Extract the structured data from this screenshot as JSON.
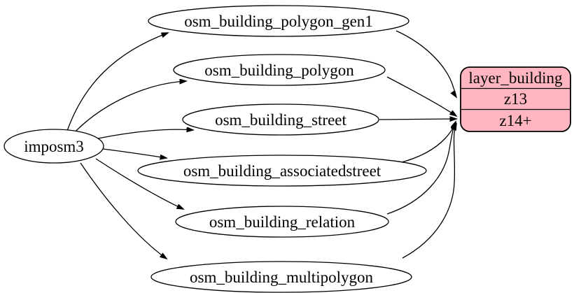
{
  "diagram": {
    "background": "#ffffff",
    "node_fill": "#ffffff",
    "edge_color": "#000000",
    "source": {
      "label": "imposm3"
    },
    "tables": [
      {
        "label": "osm_building_polygon_gen1",
        "feeds": "z13"
      },
      {
        "label": "osm_building_polygon",
        "feeds": "z14+"
      },
      {
        "label": "osm_building_street",
        "feeds": "z14+"
      },
      {
        "label": "osm_building_associatedstreet",
        "feeds": "z14+"
      },
      {
        "label": "osm_building_relation",
        "feeds": "z14+"
      },
      {
        "label": "osm_building_multipolygon",
        "feeds": "z14+"
      }
    ],
    "layer_node": {
      "title": "layer_building",
      "rows": [
        "z13",
        "z14+"
      ],
      "fill": "#ffb6c1",
      "border": "#000000"
    }
  }
}
